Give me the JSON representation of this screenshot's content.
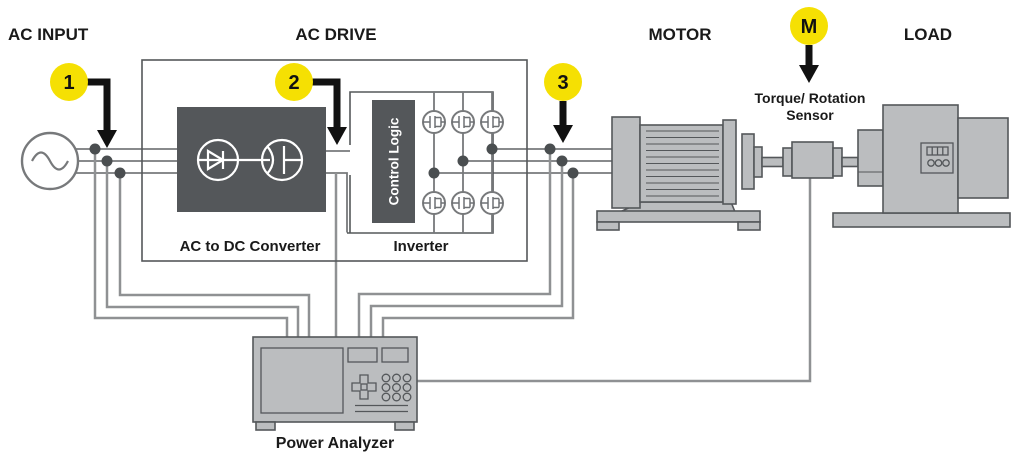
{
  "diagram": {
    "section_labels": {
      "ac_input": "AC INPUT",
      "ac_drive": "AC DRIVE",
      "motor": "MOTOR",
      "load": "LOAD"
    },
    "component_labels": {
      "converter": "AC to DC Converter",
      "inverter": "Inverter",
      "control_logic": "Control Logic",
      "power_analyzer": "Power Analyzer",
      "sensor_line1": "Torque/ Rotation",
      "sensor_line2": "Sensor"
    },
    "callouts": [
      {
        "label": "1"
      },
      {
        "label": "2"
      },
      {
        "label": "3"
      },
      {
        "label": "M"
      }
    ],
    "colors": {
      "accent_yellow": "#F5E003",
      "dark_panel": "#54575A",
      "machine_fill": "#BBBDBF",
      "machine_stroke": "#54575A",
      "wire_gray": "#77797B",
      "measure_wire_gray": "#8F9193",
      "junction_dot": "#4A4E50",
      "arrow_black": "#111111",
      "label_black": "#1A1A1A",
      "symbol_white": "#FFFFFF"
    }
  }
}
